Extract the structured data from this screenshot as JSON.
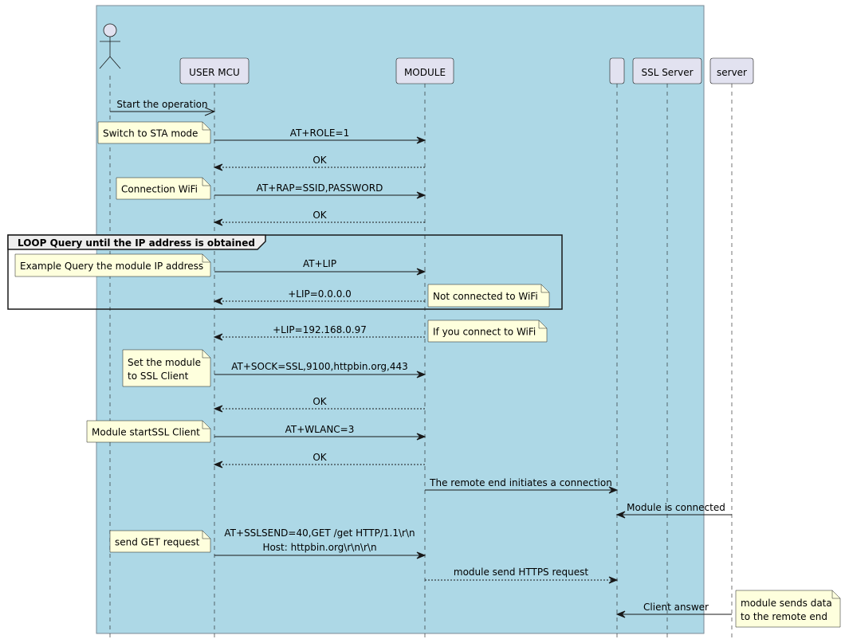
{
  "diagram": {
    "type": "sequence",
    "colors": {
      "box_fill": "#ADD8E6",
      "box_stroke": "#7a8a95",
      "participant_fill": "#E2E2F0",
      "participant_stroke": "#181818",
      "note_fill": "#FEFFDD",
      "note_stroke": "#181818",
      "line": "#181818",
      "loop_header_fill": "#EEEEEE"
    },
    "participants": [
      {
        "id": "user",
        "label": "",
        "kind": "actor"
      },
      {
        "id": "mcu",
        "label": "USER MCU",
        "kind": "participant"
      },
      {
        "id": "module",
        "label": "MODULE",
        "kind": "participant"
      },
      {
        "id": "blank",
        "label": "",
        "kind": "participant"
      },
      {
        "id": "ssl",
        "label": "SSL Server",
        "kind": "participant"
      },
      {
        "id": "server",
        "label": "server",
        "kind": "participant"
      }
    ],
    "box_members": [
      "user",
      "mcu",
      "module",
      "blank",
      "ssl"
    ],
    "messages": [
      {
        "from": "user",
        "to": "mcu",
        "lines": [
          "Start the operation"
        ],
        "style": "open"
      },
      {
        "from": "mcu",
        "to": "module",
        "lines": [
          "AT+ROLE=1"
        ],
        "style": "solid",
        "note": {
          "side": "left",
          "lines": [
            "Switch to STA mode"
          ]
        }
      },
      {
        "from": "module",
        "to": "mcu",
        "lines": [
          "OK"
        ],
        "style": "dashed"
      },
      {
        "from": "mcu",
        "to": "module",
        "lines": [
          "AT+RAP=SSID,PASSWORD"
        ],
        "style": "solid",
        "note": {
          "side": "left",
          "lines": [
            "Connection WiFi"
          ]
        }
      },
      {
        "from": "module",
        "to": "mcu",
        "lines": [
          "OK"
        ],
        "style": "dashed"
      },
      {
        "from": "mcu",
        "to": "module",
        "lines": [
          "AT+LIP"
        ],
        "style": "solid",
        "note": {
          "side": "left",
          "lines": [
            "Example Query the module IP address"
          ]
        },
        "in_loop": true
      },
      {
        "from": "module",
        "to": "mcu",
        "lines": [
          "+LIP=0.0.0.0"
        ],
        "style": "dashed",
        "note": {
          "side": "right",
          "lines": [
            "Not connected to WiFi"
          ]
        },
        "in_loop": true
      },
      {
        "from": "module",
        "to": "mcu",
        "lines": [
          "+LIP=192.168.0.97"
        ],
        "style": "dashed",
        "note": {
          "side": "right",
          "lines": [
            "If you connect to WiFi"
          ]
        }
      },
      {
        "from": "mcu",
        "to": "module",
        "lines": [
          "AT+SOCK=SSL,9100,httpbin.org,443"
        ],
        "style": "solid",
        "note": {
          "side": "left",
          "lines": [
            "Set the module",
            "to SSL Client"
          ]
        }
      },
      {
        "from": "module",
        "to": "mcu",
        "lines": [
          "OK"
        ],
        "style": "dashed"
      },
      {
        "from": "mcu",
        "to": "module",
        "lines": [
          "AT+WLANC=3"
        ],
        "style": "solid",
        "note": {
          "side": "left",
          "lines": [
            "Module startSSL Client"
          ]
        }
      },
      {
        "from": "module",
        "to": "mcu",
        "lines": [
          "OK"
        ],
        "style": "dashed"
      },
      {
        "from": "module",
        "to": "blank",
        "lines": [
          "The remote end initiates a connection"
        ],
        "style": "solid"
      },
      {
        "from": "server",
        "to": "blank",
        "lines": [
          "Module is connected"
        ],
        "style": "solid"
      },
      {
        "from": "mcu",
        "to": "module",
        "lines": [
          "AT+SSLSEND=40,GET /get HTTP/1.1\\r\\n",
          "Host: httpbin.org\\r\\n\\r\\n"
        ],
        "style": "solid",
        "note": {
          "side": "left",
          "lines": [
            "send GET request"
          ]
        }
      },
      {
        "from": "module",
        "to": "blank",
        "lines": [
          "module send HTTPS request"
        ],
        "style": "dashed"
      },
      {
        "from": "server",
        "to": "blank",
        "lines": [
          "Client answer"
        ],
        "style": "solid",
        "note": {
          "side": "right",
          "lines": [
            "module sends data",
            "to the remote end"
          ]
        }
      }
    ],
    "loop": {
      "keyword": "LOOP",
      "label": "LOOP Query until the IP address is obtained"
    }
  }
}
